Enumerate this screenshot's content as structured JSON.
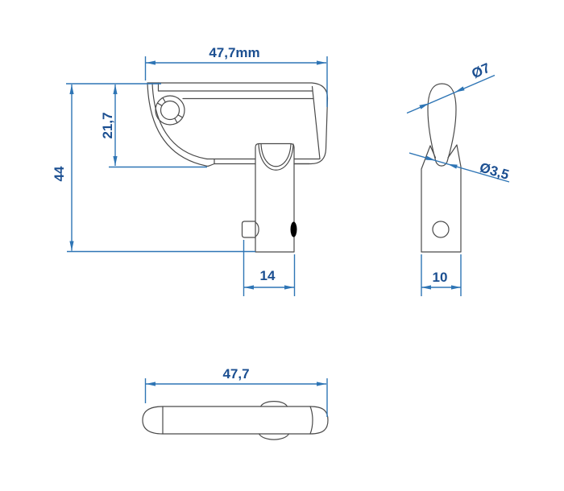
{
  "drawing": {
    "type": "technical-dimension-drawing",
    "views": {
      "front": {
        "dimensions": {
          "width": "47,7mm",
          "total_height": "44",
          "body_height": "21,7",
          "stem_width": "14"
        }
      },
      "side": {
        "dimensions": {
          "knob_diameter": "Ø7",
          "neck_diameter": "Ø3,5",
          "strip_width": "10"
        }
      },
      "bottom": {
        "dimensions": {
          "length": "47,7"
        }
      }
    },
    "colors": {
      "dimension_line": "#2e75b5",
      "dimension_text": "#1b4f91",
      "part_outline": "#4a4a4a",
      "background": "#ffffff"
    }
  }
}
